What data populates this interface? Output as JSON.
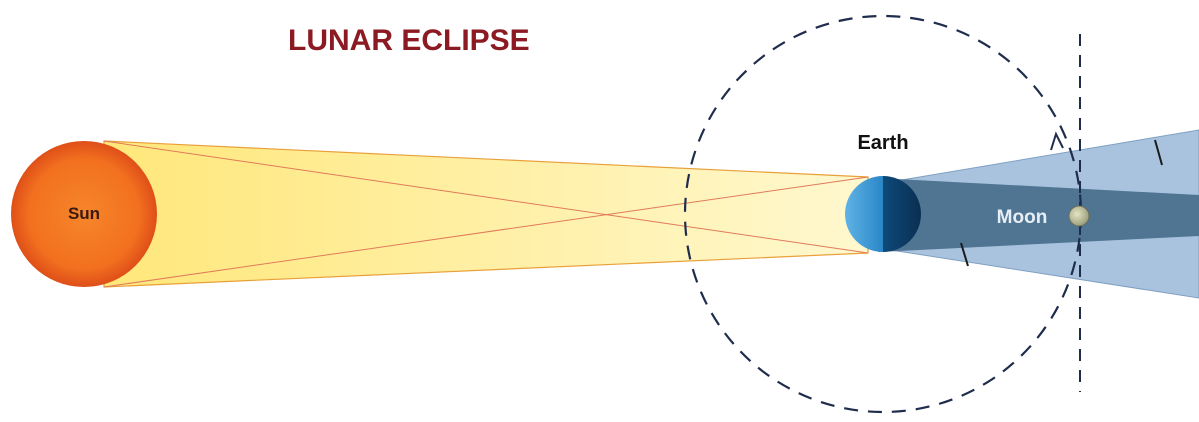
{
  "title": "LUNAR ECLIPSE",
  "labels": {
    "sun": "Sun",
    "earth": "Earth",
    "moon": "Moon"
  },
  "colors": {
    "title": "#8b1a22",
    "sun_core": "#f47a1f",
    "sun_edge": "#e2531a",
    "sunlight": "#fff3a8",
    "sunlight_edge": "#e9a03a",
    "earth_light": "#3f9bd6",
    "earth_dark": "#0d3b66",
    "penumbra": "#a9c3df",
    "umbra": "#4f7593",
    "moon": "#c8c9a6",
    "orbit": "#1f2d4d"
  }
}
